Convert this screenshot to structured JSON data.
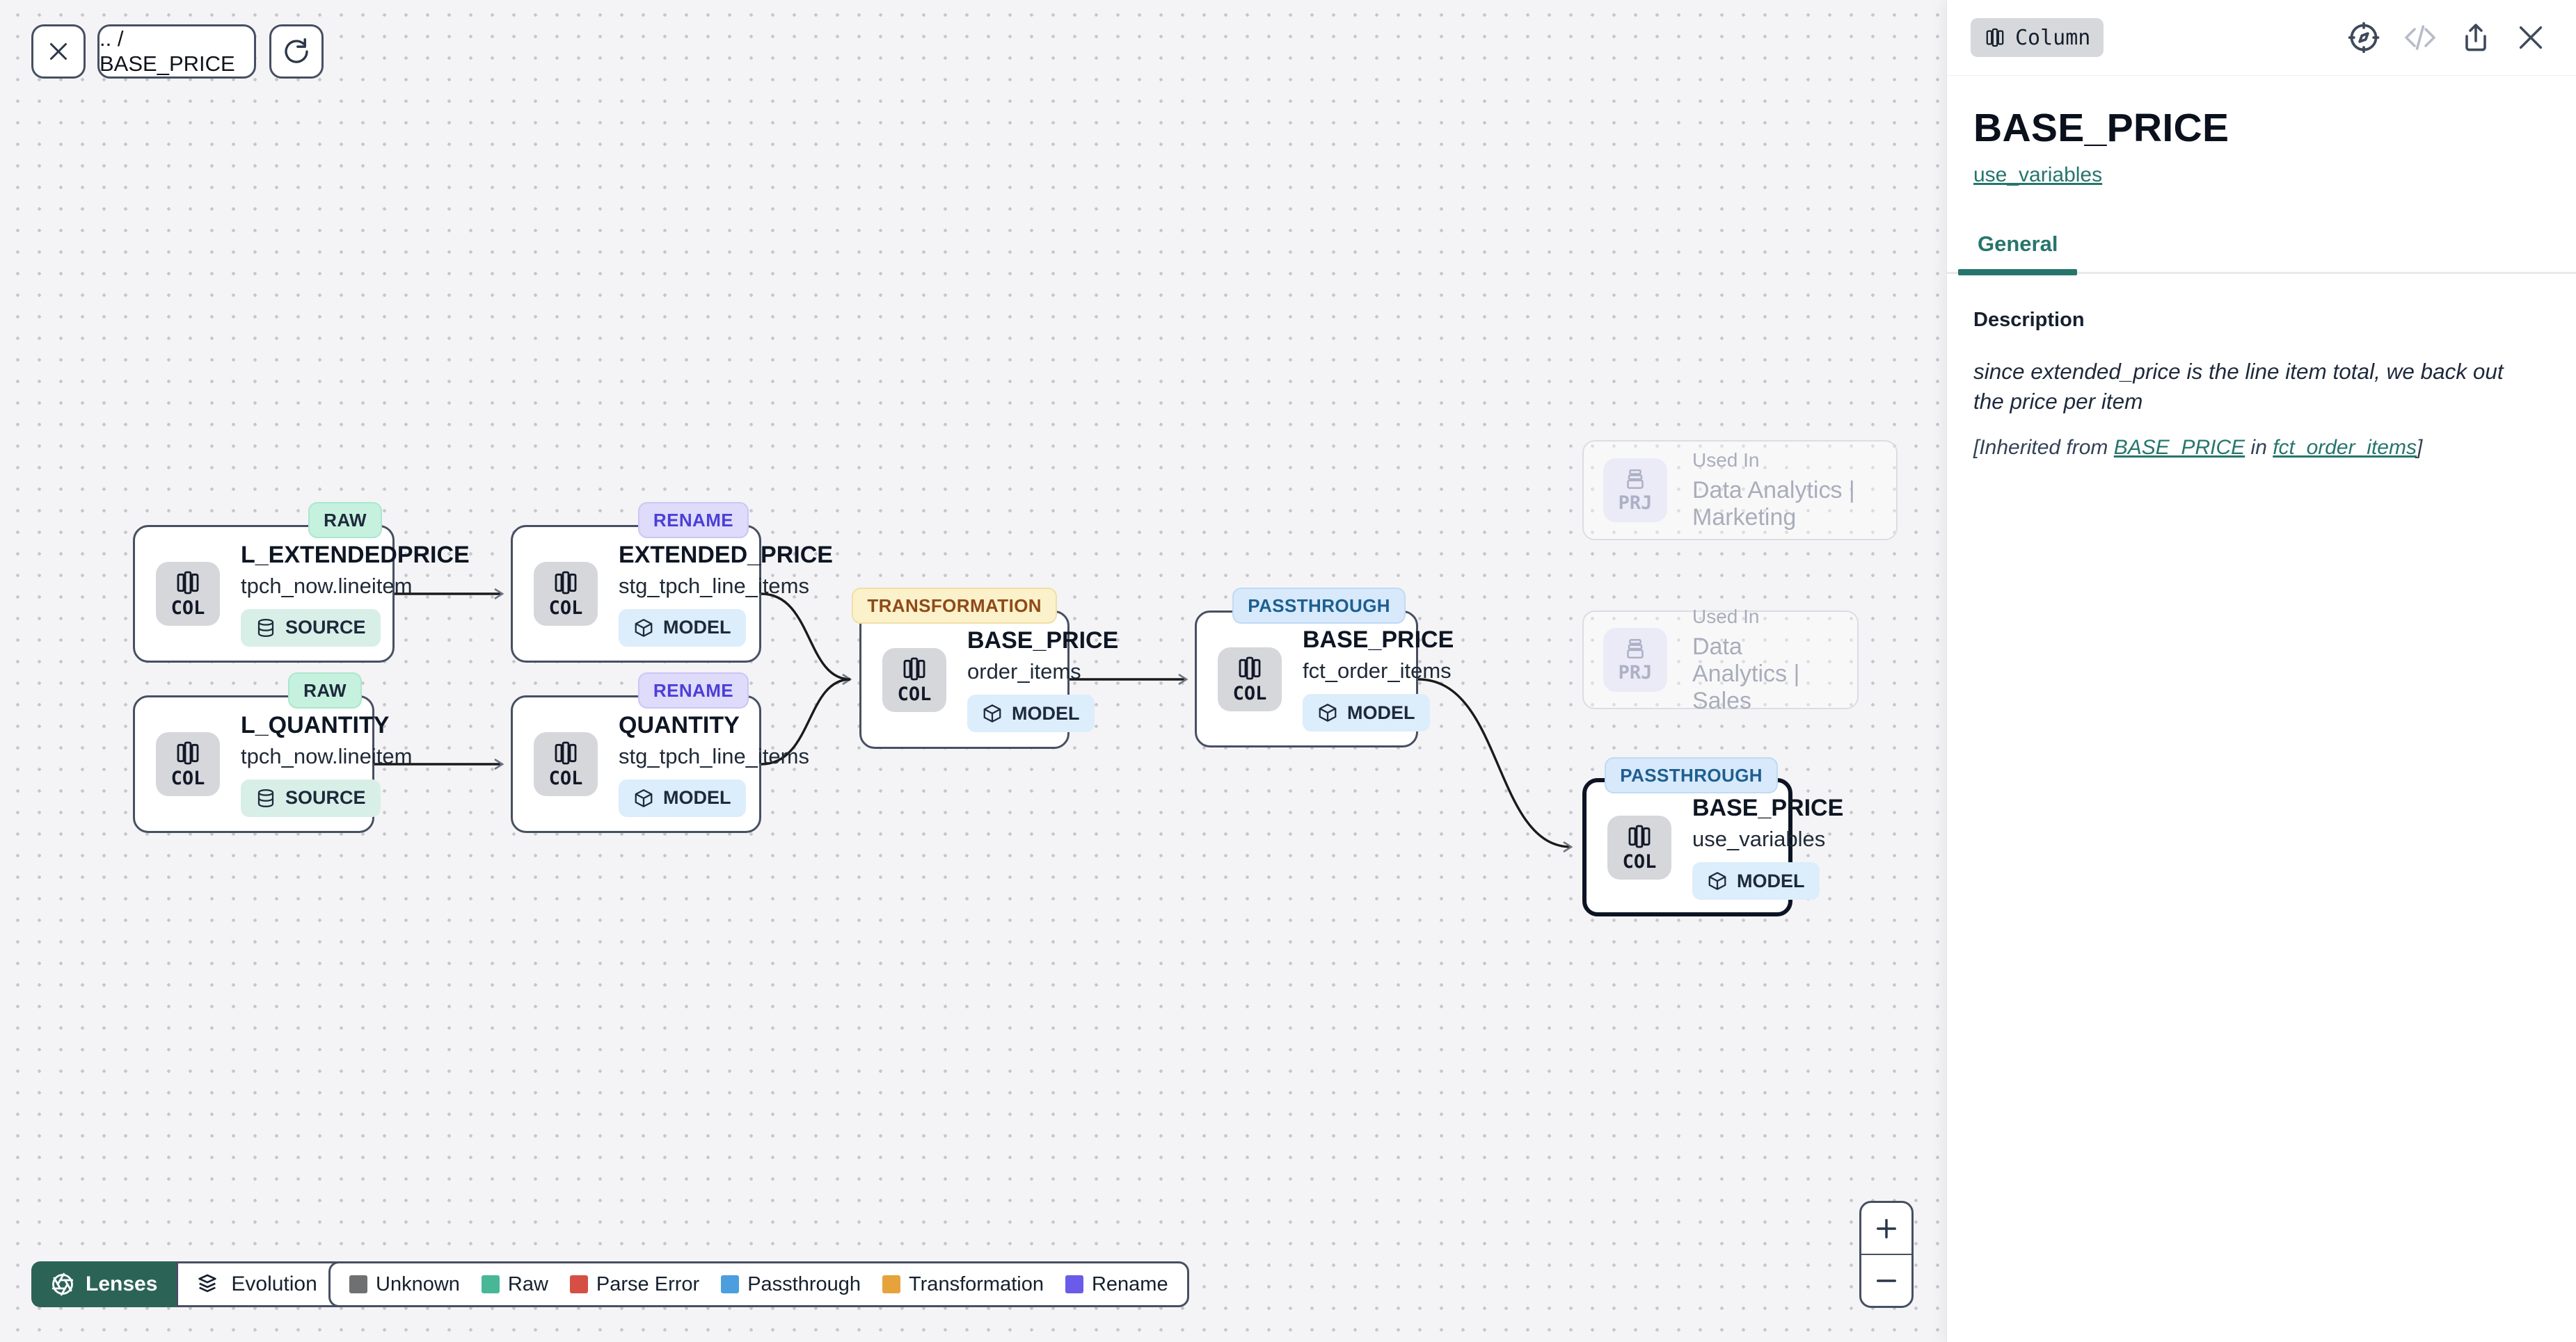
{
  "colors": {
    "accent_teal": "#26756C",
    "lenses_green": "#2C6357",
    "node_border": "#465062",
    "edge": "#1A1A1A"
  },
  "toolbar": {
    "breadcrumb": ".. / BASE_PRICE"
  },
  "panel": {
    "type_badge": "Column",
    "title": "BASE_PRICE",
    "model_link": "use_variables",
    "tabs": [
      {
        "label": "General"
      }
    ],
    "description": {
      "heading": "Description",
      "body": "since extended_price is the line item total, we back out the price per item",
      "inherited": {
        "open": "[Inherited from ",
        "column_link": "BASE_PRICE",
        "middle": " in ",
        "model_link": "fct_order_items",
        "close": "]"
      }
    }
  },
  "nodes": [
    {
      "badge": "RAW",
      "title": "L_EXTENDEDPRICE",
      "subtitle": "tpch_now.lineitem",
      "chip": "COL",
      "type": "SOURCE"
    },
    {
      "badge": "RENAME",
      "title": "EXTENDED_PRICE",
      "subtitle": "stg_tpch_line_items",
      "chip": "COL",
      "type": "MODEL"
    },
    {
      "badge": "RAW",
      "title": "L_QUANTITY",
      "subtitle": "tpch_now.lineitem",
      "chip": "COL",
      "type": "SOURCE"
    },
    {
      "badge": "RENAME",
      "title": "QUANTITY",
      "subtitle": "stg_tpch_line_items",
      "chip": "COL",
      "type": "MODEL"
    },
    {
      "badge": "TRANSFORMATION",
      "title": "BASE_PRICE",
      "subtitle": "order_items",
      "chip": "COL",
      "type": "MODEL"
    },
    {
      "badge": "PASSTHROUGH",
      "title": "BASE_PRICE",
      "subtitle": "fct_order_items",
      "chip": "COL",
      "type": "MODEL"
    },
    {
      "badge": "PASSTHROUGH",
      "title": "BASE_PRICE",
      "subtitle": "use_variables",
      "chip": "COL",
      "type": "MODEL"
    }
  ],
  "used_in": [
    {
      "chip": "PRJ",
      "label": "Used In",
      "name": "Data Analytics | Marketing"
    },
    {
      "chip": "PRJ",
      "label": "Used In",
      "name": "Data Analytics | Sales"
    }
  ],
  "lenses": {
    "button": "Lenses",
    "dropdown": "Evolution"
  },
  "legend": {
    "items": [
      {
        "label": "Unknown",
        "color": "#6F7072"
      },
      {
        "label": "Raw",
        "color": "#47B795"
      },
      {
        "label": "Parse Error",
        "color": "#D64F44"
      },
      {
        "label": "Passthrough",
        "color": "#4B9FDE"
      },
      {
        "label": "Transformation",
        "color": "#E6A33C"
      },
      {
        "label": "Rename",
        "color": "#6A5BE9"
      }
    ]
  },
  "zoom_controls": {
    "zoom_in": "+",
    "zoom_out": "−"
  }
}
